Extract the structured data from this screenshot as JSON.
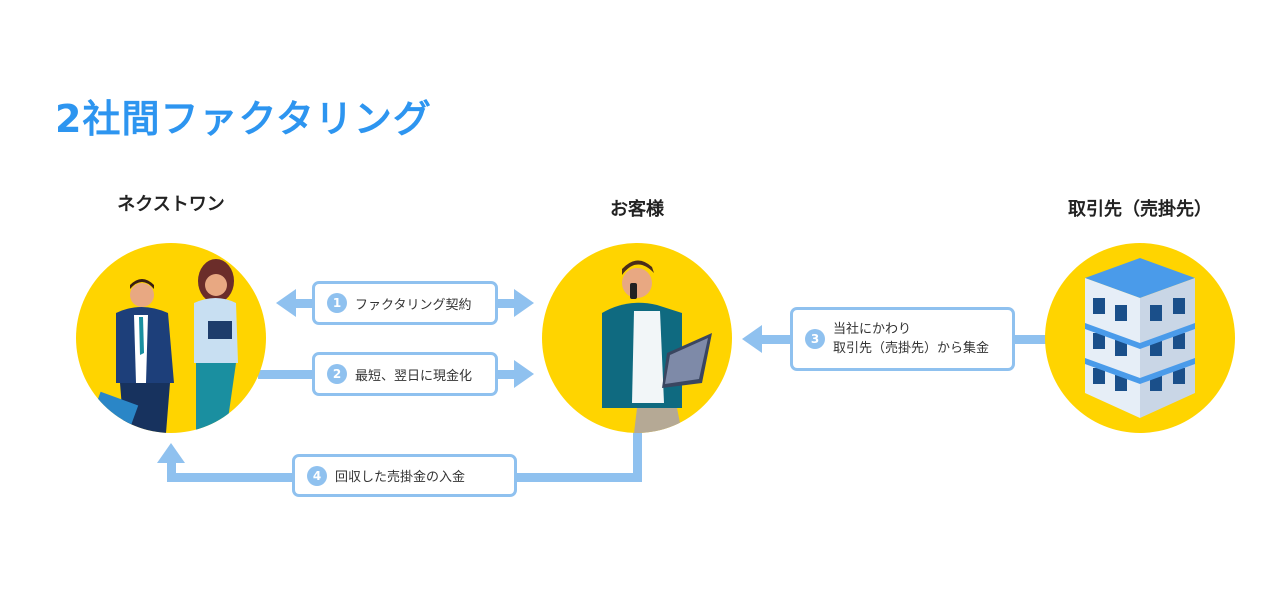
{
  "title": "2社間ファクタリング",
  "parties": {
    "left": "ネクストワン",
    "center": "お客様",
    "right": "取引先（売掛先）"
  },
  "steps": [
    {
      "num": "1",
      "text": "ファクタリング契約"
    },
    {
      "num": "2",
      "text": "最短、翌日に現金化"
    },
    {
      "num": "3",
      "line1": "当社にかわり",
      "line2": "取引先（売掛先）から集金"
    },
    {
      "num": "4",
      "text": "回収した売掛金の入金"
    }
  ],
  "colors": {
    "accent": "#2d95f0",
    "arrow": "#8fc1ef",
    "circle": "#ffd400"
  }
}
